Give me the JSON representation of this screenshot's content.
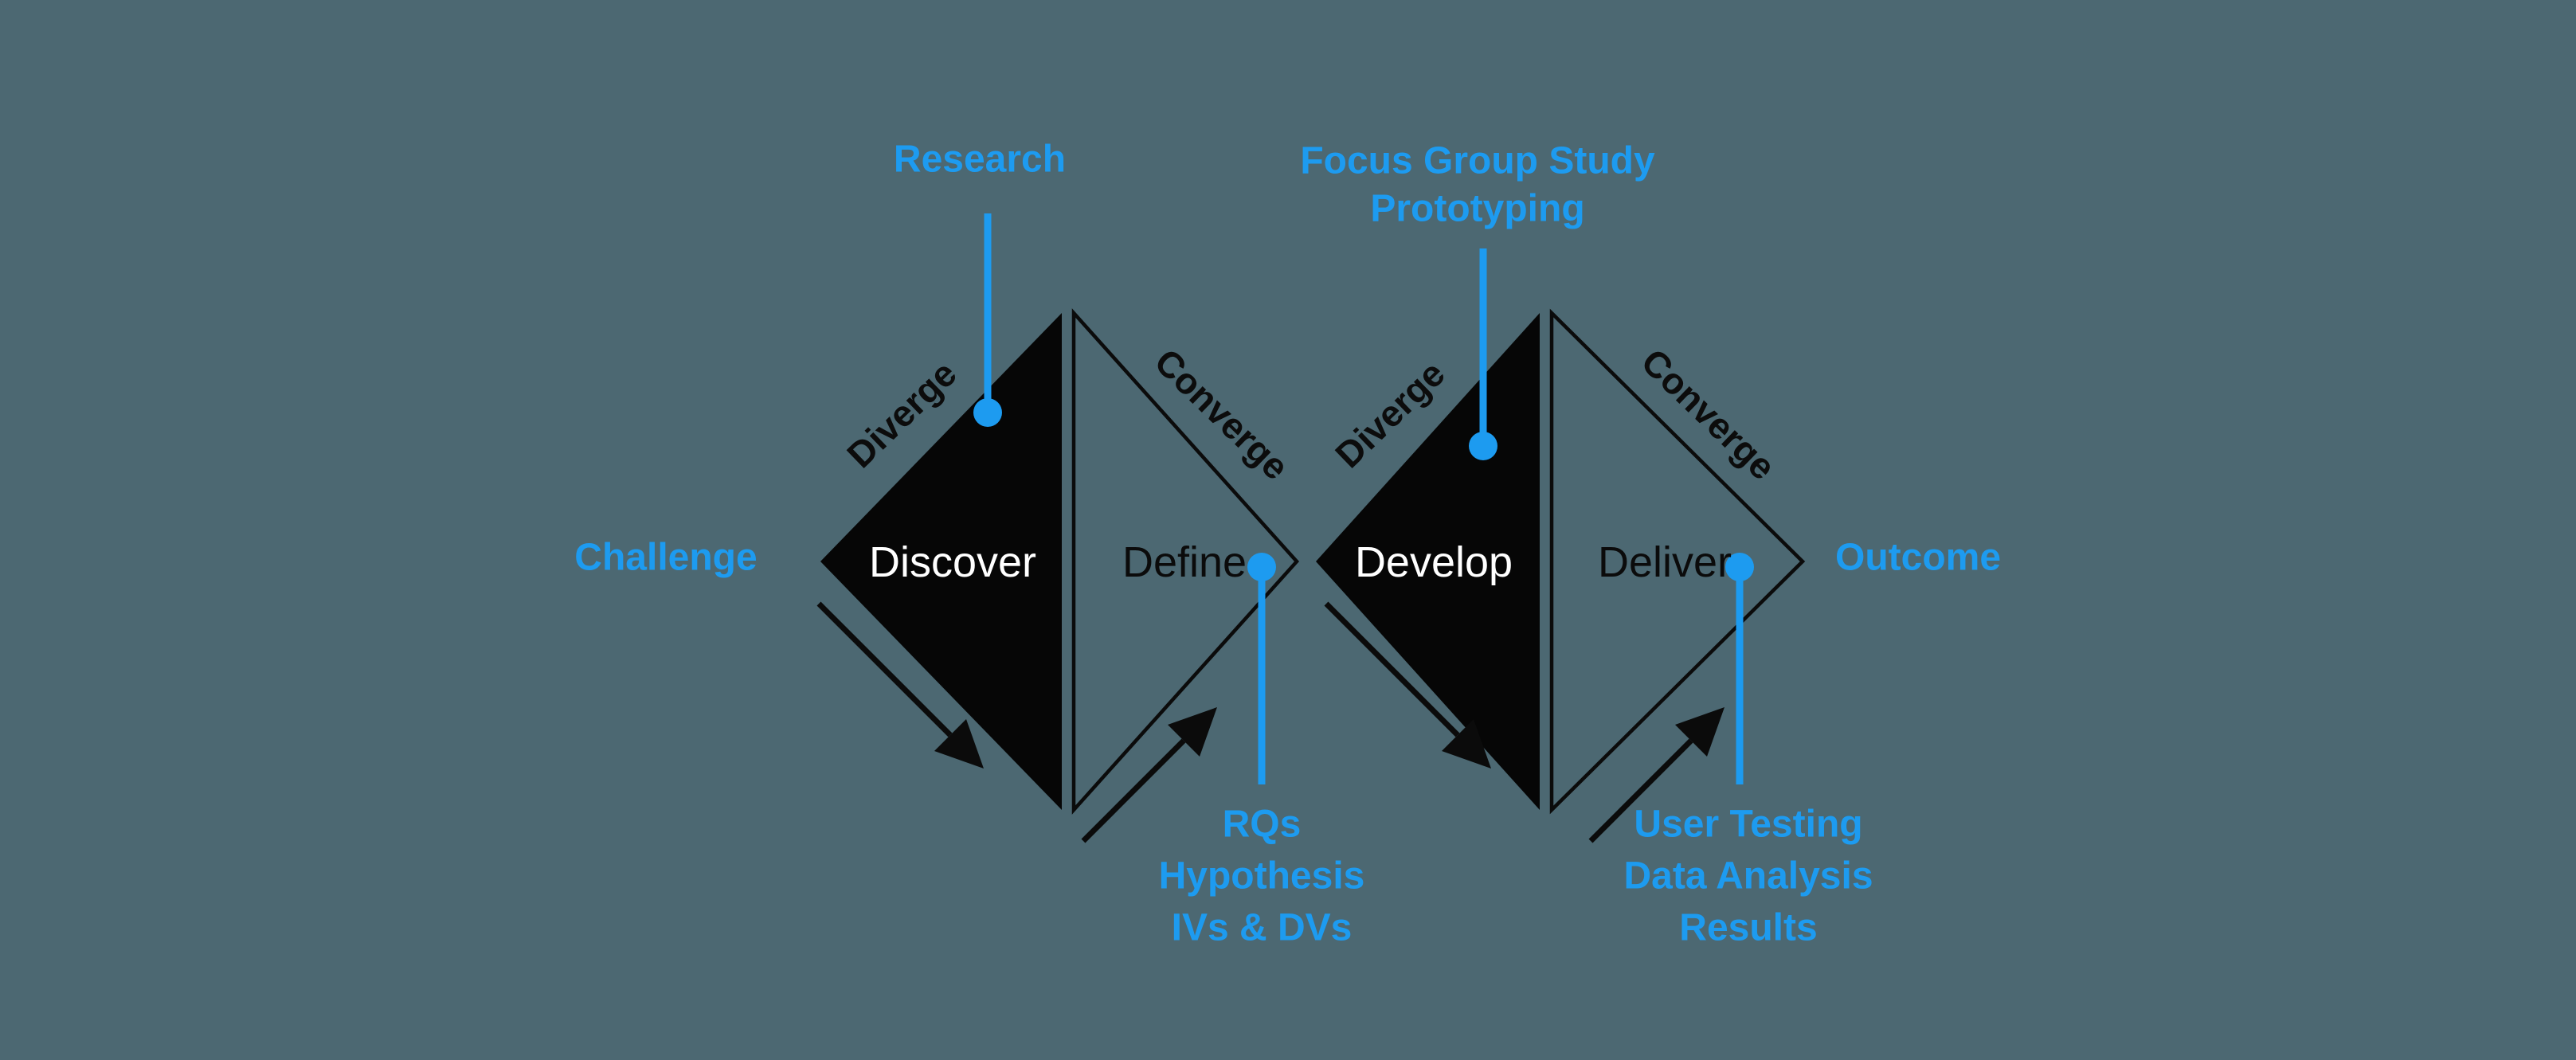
{
  "title": "Double Diamond design process diagram",
  "colors": {
    "background": "#4C6872",
    "accent_blue": "#1D9BF0",
    "ink": "#0B0B0B",
    "phase_text_on_dark": "#FFFFFF"
  },
  "endpoints": {
    "start": "Challenge",
    "end": "Outcome"
  },
  "callouts": {
    "research": {
      "lines": [
        "Research"
      ]
    },
    "develop_methods": {
      "lines": [
        "Focus Group Study",
        "Prototyping"
      ]
    },
    "define_outputs": {
      "lines": [
        "RQs",
        "Hypothesis",
        "IVs & DVs"
      ]
    },
    "deliver_outputs": {
      "lines": [
        "User Testing",
        "Data Analysis",
        "Results"
      ]
    }
  },
  "diamonds": [
    {
      "diverge_label": "Diverge",
      "converge_label": "Converge",
      "diverge_phase": "Discover",
      "converge_phase": "Define"
    },
    {
      "diverge_label": "Diverge",
      "converge_label": "Converge",
      "diverge_phase": "Develop",
      "converge_phase": "Deliver"
    }
  ]
}
